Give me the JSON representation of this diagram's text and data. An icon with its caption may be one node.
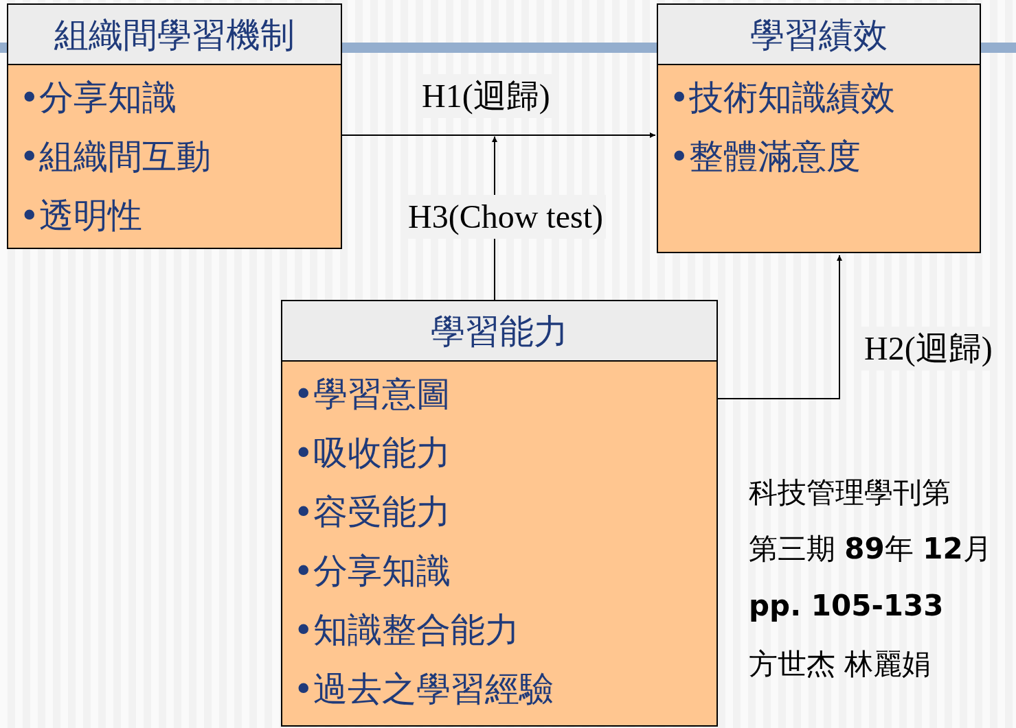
{
  "diagram": {
    "nodes": [
      {
        "text": [
          "組織間學習機制",
          "•分享知識",
          "•組織間互動",
          "•透明性"
        ]
      },
      {
        "text": [
          "學習績效",
          "•技術知識績效",
          "•整體滿意度"
        ]
      },
      {
        "text": [
          "學習能力",
          "•學習意圖",
          "•吸收能力",
          "•容受能力",
          "•分享知識",
          "•知識整合能力",
          "•過去之學習經驗"
        ]
      }
    ],
    "edges": [
      {
        "from": 0,
        "to": 1,
        "arrow": "to",
        "label": "H1(迴歸)"
      },
      {
        "from": 2,
        "to": 1,
        "arrow": "to",
        "label": "H2(迴歸)"
      },
      {
        "from": 2,
        "to": null,
        "arrow": "to",
        "label": "H3(Chow test)"
      }
    ],
    "labels": [
      "科技管理學刊第",
      "第三期 **89**年 **12**月",
      "pp. 105-133",
      "方世杰 林麗娟"
    ]
  }
}
